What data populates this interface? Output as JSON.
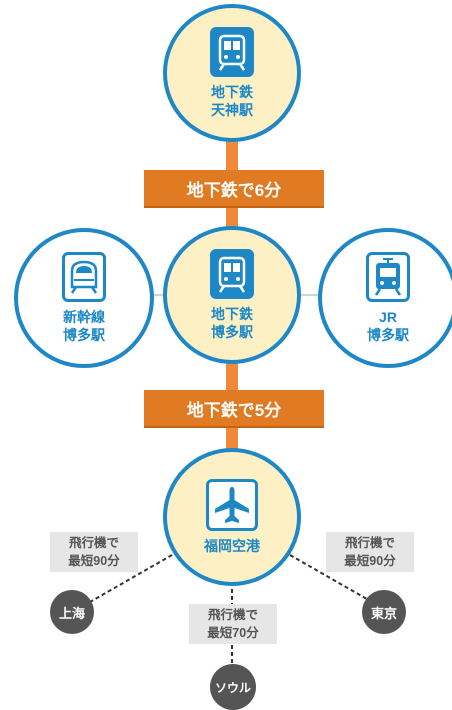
{
  "stations": {
    "tenjin": {
      "label": "地下鉄\n天神駅",
      "icon": "subway-train-icon"
    },
    "shinkansen_hakata": {
      "label": "新幹線\n博多駅",
      "icon": "shinkansen-train-icon"
    },
    "subway_hakata": {
      "label": "地下鉄\n博多駅",
      "icon": "subway-train-icon"
    },
    "jr_hakata": {
      "label": "JR\n博多駅",
      "icon": "jr-train-icon"
    },
    "airport": {
      "label": "福岡空港",
      "icon": "airplane-icon"
    }
  },
  "connections": {
    "tenjin_to_hakata": "地下鉄で6分",
    "hakata_to_airport": "地下鉄で5分"
  },
  "flights": {
    "shanghai": {
      "time": "飛行機で\n最短90分",
      "city": "上海"
    },
    "seoul": {
      "time": "飛行機で\n最短70分",
      "city": "ソウル"
    },
    "tokyo": {
      "time": "飛行機で\n最短90分",
      "city": "東京"
    }
  },
  "colors": {
    "accent_blue": "#1e88c7",
    "connector_orange": "#e07a23",
    "station_fill": "#fdf0c4",
    "city_gray": "#555555"
  }
}
